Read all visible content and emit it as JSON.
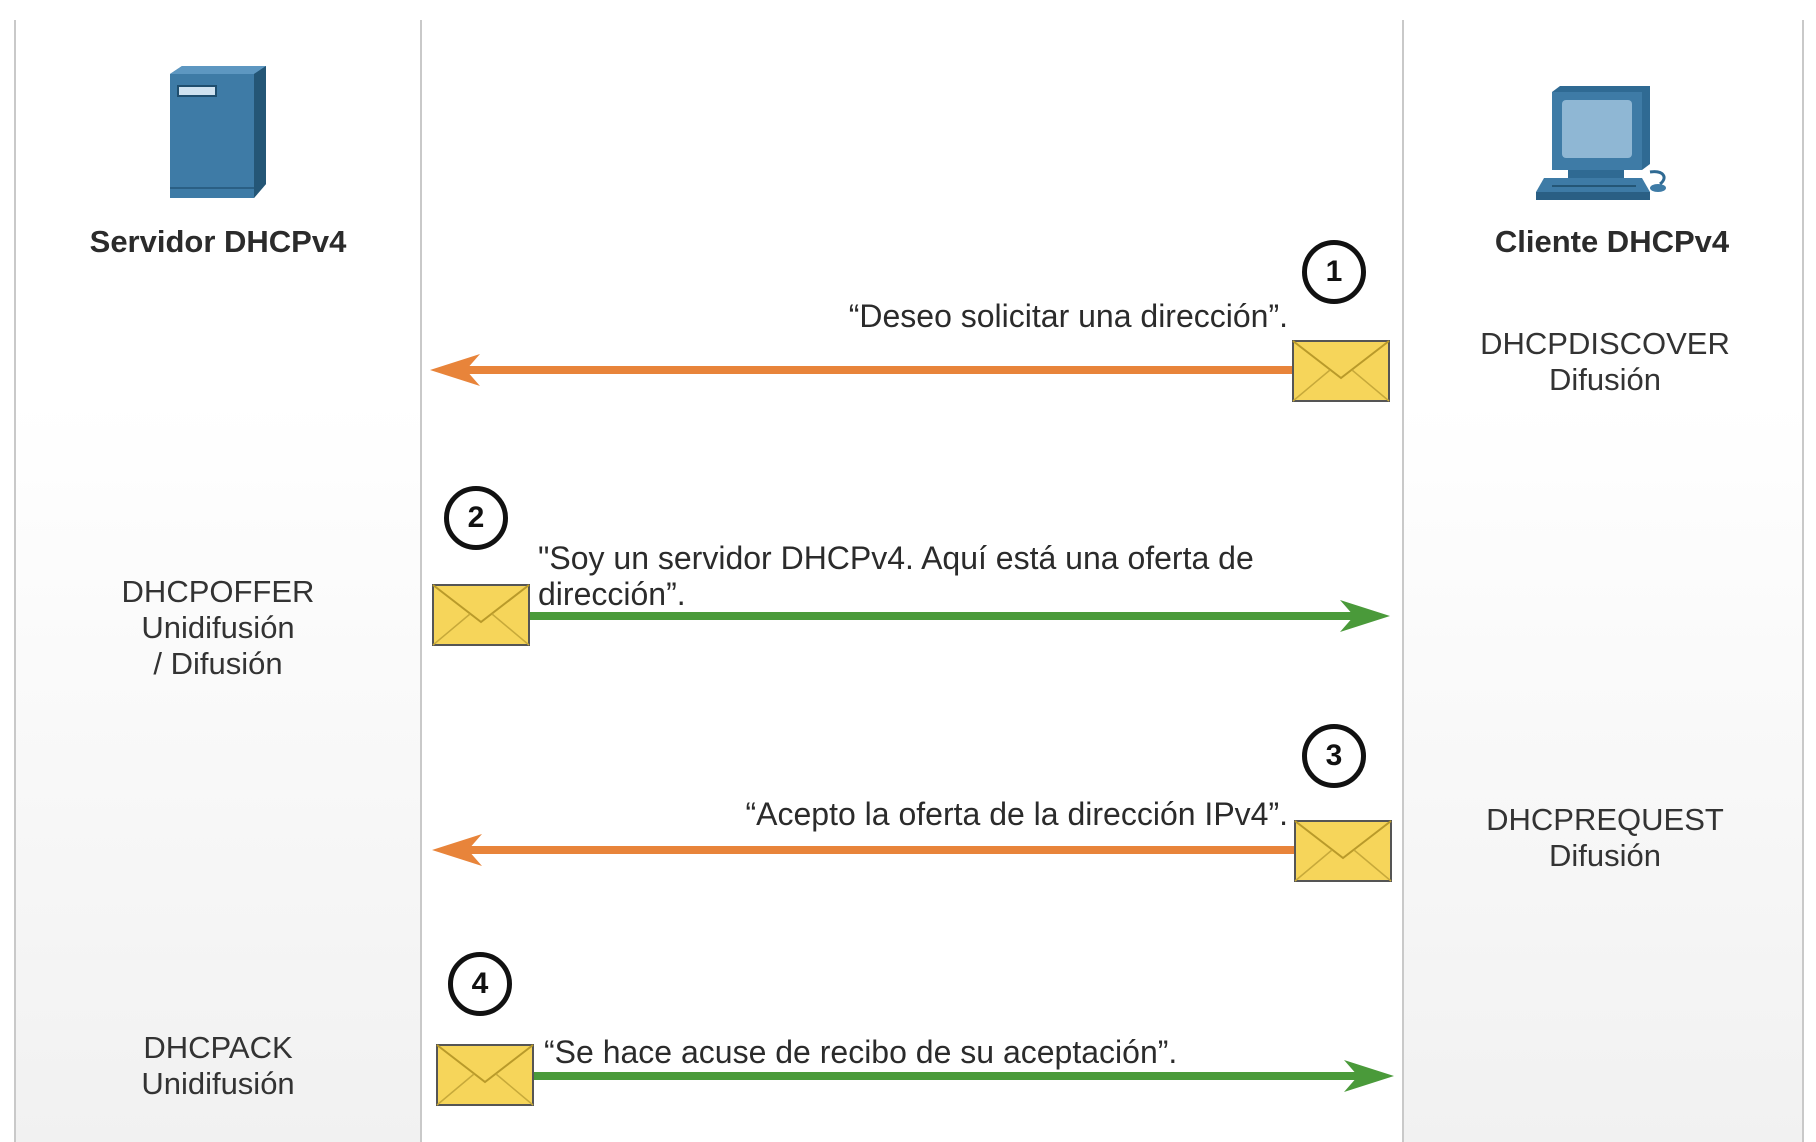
{
  "server": {
    "title": "Servidor DHCPv4",
    "icon": "server-icon"
  },
  "client": {
    "title": "Cliente DHCPv4",
    "icon": "computer-icon"
  },
  "steps": [
    {
      "number": "1",
      "direction": "client-to-server",
      "message": "“Deseo solicitar una dirección”.",
      "type_lines": [
        "DHCPDISCOVER",
        "Difusión"
      ],
      "side": "client",
      "arrow_color": "#e8843a"
    },
    {
      "number": "2",
      "direction": "server-to-client",
      "message": "\"Soy un servidor DHCPv4. Aquí está una oferta de dirección”.",
      "type_lines": [
        "DHCPOFFER",
        "Unidifusión",
        "/ Difusión"
      ],
      "side": "server",
      "arrow_color": "#4a9a3a"
    },
    {
      "number": "3",
      "direction": "client-to-server",
      "message": "“Acepto la oferta de la dirección IPv4”.",
      "type_lines": [
        "DHCPREQUEST",
        "Difusión"
      ],
      "side": "client",
      "arrow_color": "#e8843a"
    },
    {
      "number": "4",
      "direction": "server-to-client",
      "message": "“Se hace acuse de recibo de su aceptación”.",
      "type_lines": [
        "DHCPACK",
        "Unidifusión"
      ],
      "side": "server",
      "arrow_color": "#4a9a3a"
    }
  ],
  "colors": {
    "envelope_fill": "#f6d55a",
    "server_blue": "#3e7ba6",
    "orange_arrow": "#e8843a",
    "green_arrow": "#4a9a3a"
  }
}
